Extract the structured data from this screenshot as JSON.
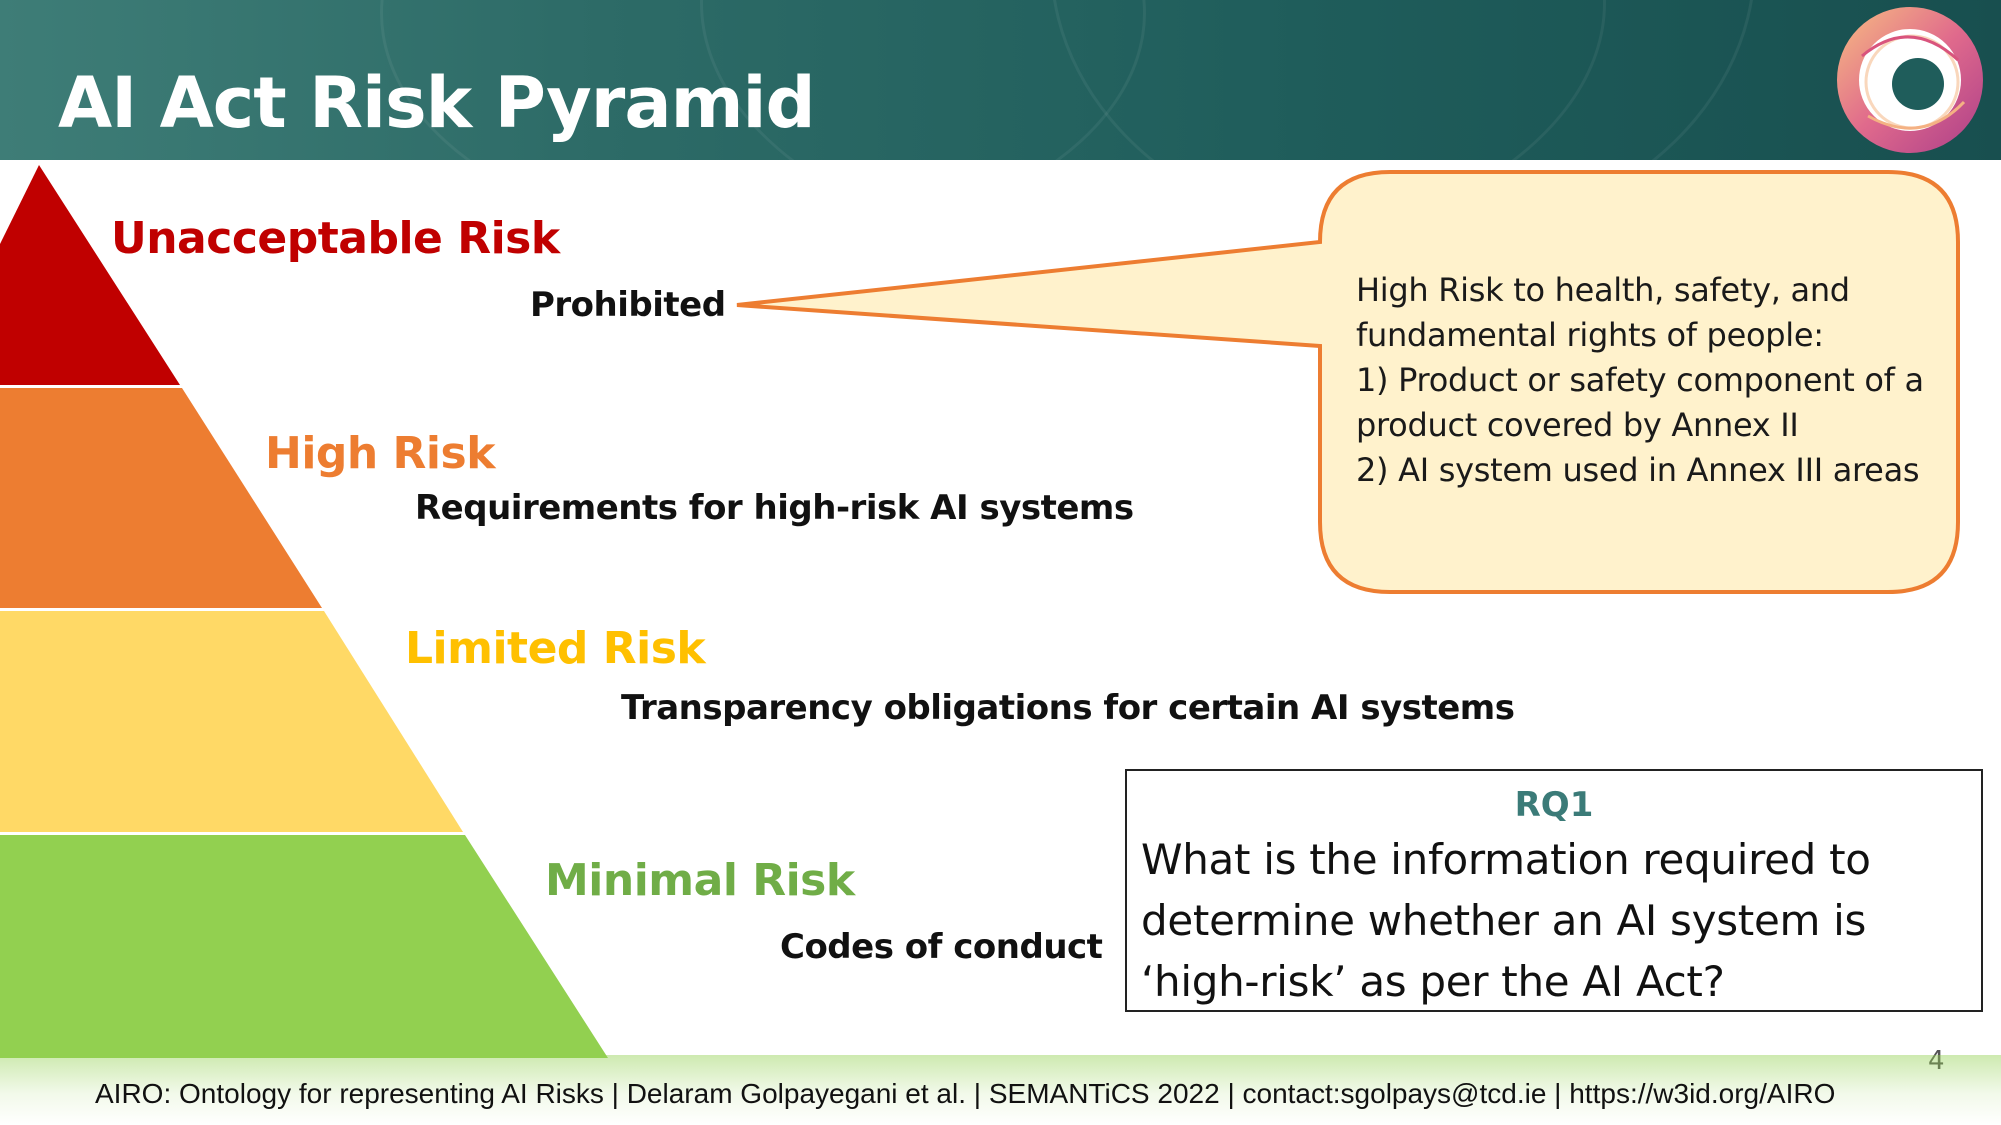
{
  "slide": {
    "title": "AI Act Risk Pyramid",
    "page_number": "4"
  },
  "pyramid": {
    "levels": [
      {
        "title": "Unacceptable Risk",
        "description": "Prohibited",
        "color": "#c00000"
      },
      {
        "title": "High Risk",
        "description": "Requirements for high-risk AI systems",
        "color": "#ed7d31"
      },
      {
        "title": "Limited Risk",
        "description": "Transparency obligations for certain AI systems",
        "color": "#ffd966"
      },
      {
        "title": "Minimal Risk",
        "description": "Codes of conduct",
        "color": "#92d050"
      }
    ],
    "title_colors": [
      "#c00000",
      "#ed7d31",
      "#ffc000",
      "#70ad47"
    ]
  },
  "callout": {
    "lines": [
      "High Risk to health, safety, and",
      "fundamental rights of people:",
      "1) Product or safety component of a",
      "product covered by Annex II",
      "2) AI system used in Annex III areas"
    ],
    "fill": "#fff2cc",
    "border": "#ed7d31"
  },
  "research_question": {
    "label": "RQ1",
    "lines": [
      "What is the information required to",
      "determine whether an AI system is",
      "‘high-risk’ as per the AI Act?"
    ]
  },
  "footer": {
    "text": "AIRO: Ontology for representing AI Risks | Delaram Golpayegani et al. | SEMANTiCS 2022 | contact:sgolpays@tcd.ie | https://w3id.org/AIRO"
  }
}
